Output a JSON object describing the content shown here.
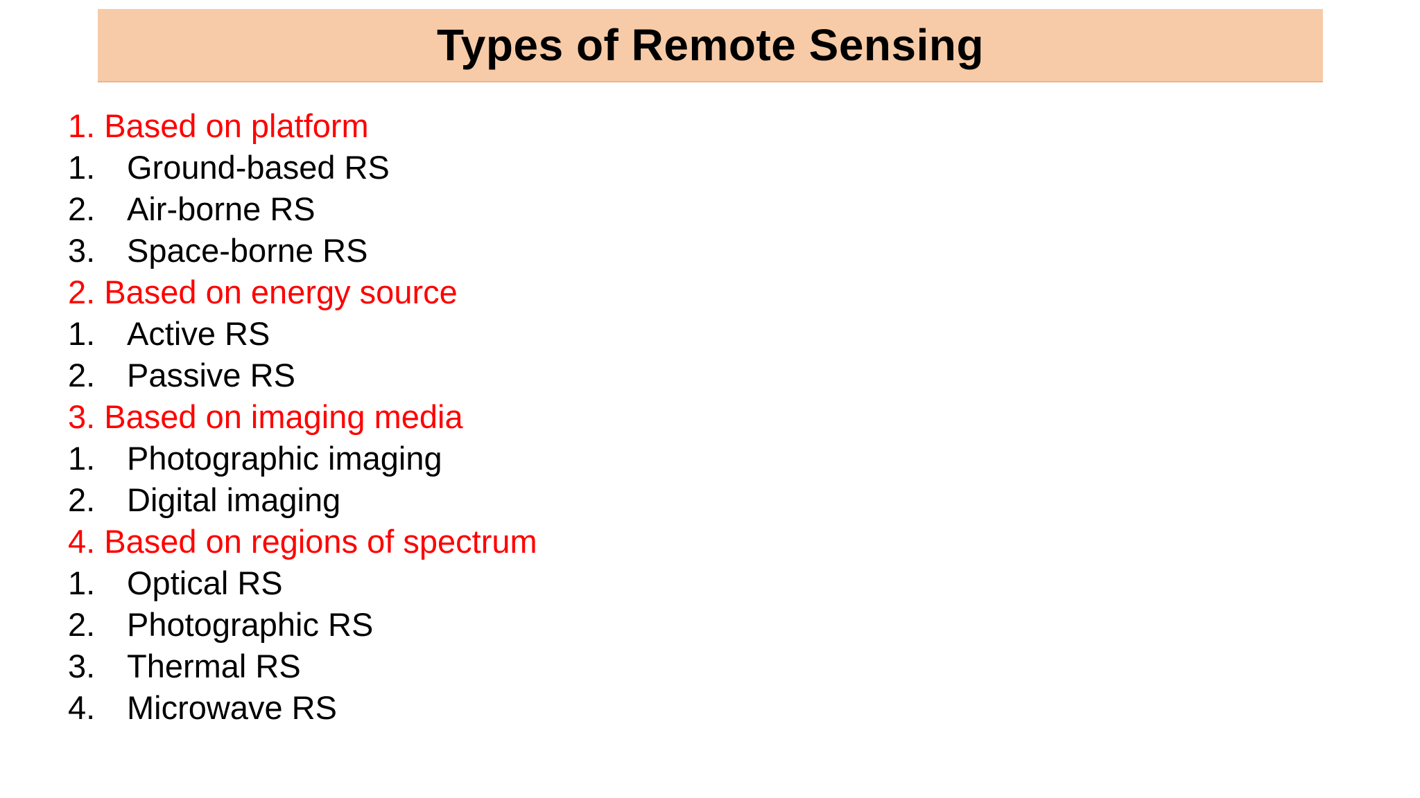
{
  "slide": {
    "background": "#ffffff"
  },
  "header": {
    "title": "Types of Remote Sensing",
    "band_color": "#F7CBA7",
    "band_edge_color": "#EAB58F",
    "title_color": "#000000"
  },
  "colors": {
    "section_heading": "#FF0000",
    "body_text": "#000000"
  },
  "sections": [
    {
      "heading": "1. Based on platform",
      "items": [
        {
          "num": "1.",
          "label": "Ground-based RS"
        },
        {
          "num": "2.",
          "label": "Air-borne RS"
        },
        {
          "num": "3.",
          "label": "Space-borne RS"
        }
      ]
    },
    {
      "heading": "2. Based on energy source",
      "items": [
        {
          "num": "1.",
          "label": "Active RS"
        },
        {
          "num": "2.",
          "label": "Passive RS"
        }
      ]
    },
    {
      "heading": "3. Based on imaging media",
      "items": [
        {
          "num": "1.",
          "label": "Photographic imaging"
        },
        {
          "num": "2.",
          "label": "Digital imaging"
        }
      ]
    },
    {
      "heading": "4. Based on regions of spectrum",
      "items": [
        {
          "num": "1.",
          "label": "Optical RS"
        },
        {
          "num": "2.",
          "label": "Photographic RS"
        },
        {
          "num": "3.",
          "label": "Thermal RS"
        },
        {
          "num": "4.",
          "label": "Microwave RS"
        }
      ]
    }
  ]
}
